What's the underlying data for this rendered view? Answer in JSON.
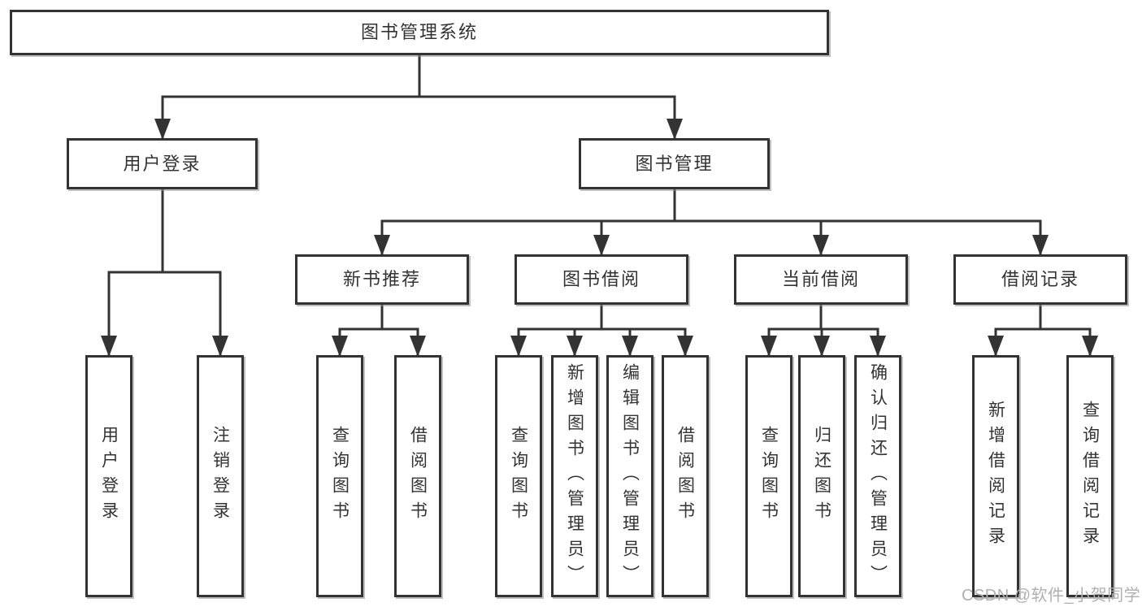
{
  "title": "图书管理系统",
  "branches": {
    "user_login": "用户登录",
    "book_mgmt": "图书管理"
  },
  "modules": {
    "new_book": "新书推荐",
    "book_borrow": "图书借阅",
    "current_borrow": "当前借阅",
    "borrow_record": "借阅记录"
  },
  "leaves": {
    "user_login": [
      "用户登录",
      "注销登录"
    ],
    "new_book": [
      "查询图书",
      "借阅图书"
    ],
    "book_borrow": [
      "查询图书",
      "新增图书（管理员）",
      "编辑图书（管理员）",
      "借阅图书"
    ],
    "current_borrow": [
      "查询图书",
      "归还图书",
      "确认归还（管理员）"
    ],
    "borrow_record": [
      "新增借阅记录",
      "查询借阅记录"
    ]
  },
  "watermark": "CSDN @软件_小贺同学",
  "colors": {
    "line": "#333333",
    "text": "#333333",
    "watermark": "#b0b0b0",
    "background": "#ffffff"
  }
}
